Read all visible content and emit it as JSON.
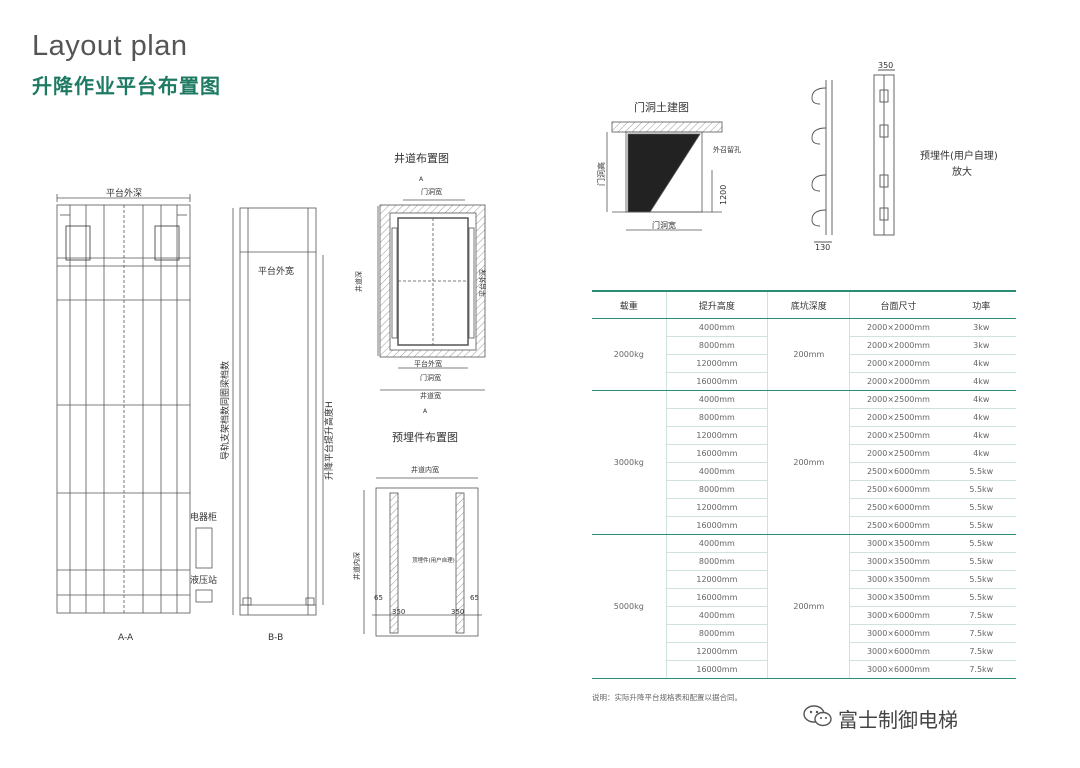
{
  "header": {
    "title": "Layout plan",
    "subtitle": "升降作业平台布置图"
  },
  "drawings": {
    "aa": {
      "top_label": "平台外深",
      "section": "A-A",
      "side_label_1": "电器柜",
      "side_label_2": "液压站"
    },
    "bb": {
      "top_label": "平台外宽",
      "section": "B-B",
      "left_vertical": "导轨支架档数同圈梁档数",
      "right_vertical": "升降平台提升高度H"
    },
    "shaft": {
      "title": "井道布置图",
      "door_width": "门洞宽",
      "platform_outer_width": "平台外宽",
      "door_width_2": "门洞宽",
      "shaft_width": "井道宽",
      "shaft_depth": "井道深",
      "platform_outer_depth": "平台外深",
      "section_a": "A"
    },
    "embed": {
      "title": "预埋件布置图",
      "inner_width": "井道内宽",
      "inner_depth": "井道内深",
      "dim_65_left": "65",
      "dim_65_right": "65",
      "dim_350_left": "350",
      "dim_350_right": "350",
      "note": "顶埋件(用户自理)"
    },
    "door": {
      "title": "门洞土建图",
      "door_height": "门洞高",
      "call_hole": "外召留孔",
      "dim_1200": "1200",
      "door_width": "门洞宽"
    },
    "detail": {
      "dim_350": "350",
      "dim_130": "130",
      "label_line1": "预埋件(用户自理)",
      "label_line2": "放大"
    }
  },
  "table": {
    "headers": [
      "载重",
      "提升高度",
      "底坑深度",
      "台面尺寸",
      "功率"
    ],
    "groups": [
      {
        "load": "2000kg",
        "pit": "200mm",
        "rows": [
          [
            "4000mm",
            "2000×2000mm",
            "3kw"
          ],
          [
            "8000mm",
            "2000×2000mm",
            "3kw"
          ],
          [
            "12000mm",
            "2000×2000mm",
            "4kw"
          ],
          [
            "16000mm",
            "2000×2000mm",
            "4kw"
          ]
        ]
      },
      {
        "load": "3000kg",
        "pit": "200mm",
        "rows": [
          [
            "4000mm",
            "2000×2500mm",
            "4kw"
          ],
          [
            "8000mm",
            "2000×2500mm",
            "4kw"
          ],
          [
            "12000mm",
            "2000×2500mm",
            "4kw"
          ],
          [
            "16000mm",
            "2000×2500mm",
            "4kw"
          ],
          [
            "4000mm",
            "2500×6000mm",
            "5.5kw"
          ],
          [
            "8000mm",
            "2500×6000mm",
            "5.5kw"
          ],
          [
            "12000mm",
            "2500×6000mm",
            "5.5kw"
          ],
          [
            "16000mm",
            "2500×6000mm",
            "5.5kw"
          ]
        ]
      },
      {
        "load": "5000kg",
        "pit": "200mm",
        "rows": [
          [
            "4000mm",
            "3000×3500mm",
            "5.5kw"
          ],
          [
            "8000mm",
            "3000×3500mm",
            "5.5kw"
          ],
          [
            "12000mm",
            "3000×3500mm",
            "5.5kw"
          ],
          [
            "16000mm",
            "3000×3500mm",
            "5.5kw"
          ],
          [
            "4000mm",
            "3000×6000mm",
            "7.5kw"
          ],
          [
            "8000mm",
            "3000×6000mm",
            "7.5kw"
          ],
          [
            "12000mm",
            "3000×6000mm",
            "7.5kw"
          ],
          [
            "16000mm",
            "3000×6000mm",
            "7.5kw"
          ]
        ]
      }
    ],
    "note": "说明：实际升降平台规格表和配置以据合同。"
  },
  "brand": {
    "name": "富士制御电梯",
    "icon": "wechat-icon"
  }
}
